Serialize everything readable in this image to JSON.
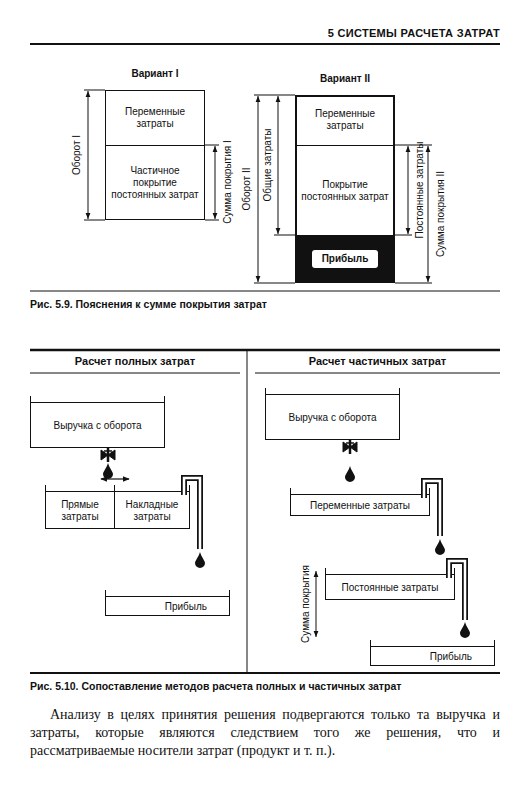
{
  "diagram": {
    "nodes": [
      {
        "text": [
          "Вариант I"
        ]
      },
      {
        "text": [
          "Переменные затраты"
        ],
        "in": 0
      },
      {
        "text": [
          "Частичное покрытие постоянных затрат"
        ],
        "in": 0
      },
      {
        "text": [
          "Вариант II"
        ]
      },
      {
        "text": [
          "Переменные затраты"
        ],
        "in": 3
      },
      {
        "text": [
          "Покрытие постоянных затрат"
        ],
        "in": 3
      },
      {
        "text": [
          "Прибыль"
        ],
        "in": 3
      },
      {
        "text": [
          "Выручка с оборота"
        ]
      },
      {
        "text": [
          "Прямые затраты"
        ]
      },
      {
        "text": [
          "Накладные затраты"
        ]
      },
      {
        "text": [
          "Прибыль"
        ]
      },
      {
        "text": [
          "Выручка с оборота"
        ]
      },
      {
        "text": [
          "Переменные затраты"
        ]
      },
      {
        "text": [
          "Постоянные затраты"
        ]
      },
      {
        "text": [
          "Прибыль"
        ]
      }
    ],
    "edges": [
      {
        "from": 7,
        "to": 8,
        "arrow": "to"
      },
      {
        "from": 8,
        "to": 9,
        "arrow": "both"
      },
      {
        "from": 9,
        "to": 10,
        "arrow": "to"
      },
      {
        "from": 11,
        "to": 12,
        "arrow": "to"
      },
      {
        "from": 12,
        "to": 13,
        "arrow": "to"
      },
      {
        "from": 13,
        "to": 14,
        "arrow": "to"
      }
    ],
    "labels": [
      "5 СИСТЕМЫ РАСЧЕТА ЗАТРАТ",
      "Оборот I",
      "Сумма покрытия I",
      "Оборот II",
      "Общие затраты",
      "Постоянные затраты",
      "Сумма покрытия II",
      "Рис. 5.9. Пояснения к сумме покрытия затрат",
      "Расчет полных затрат",
      "Расчет частичных затрат",
      "Сумма покрытия",
      "Рис. 5.10. Сопоставление методов расчета полных и частичных затрат",
      "Анализу в целях принятия решения подвергаются только та выручка и затраты, которые являются следствием того же решения, что и рассматриваемые носители затрат (продукт и т. п.)."
    ]
  }
}
